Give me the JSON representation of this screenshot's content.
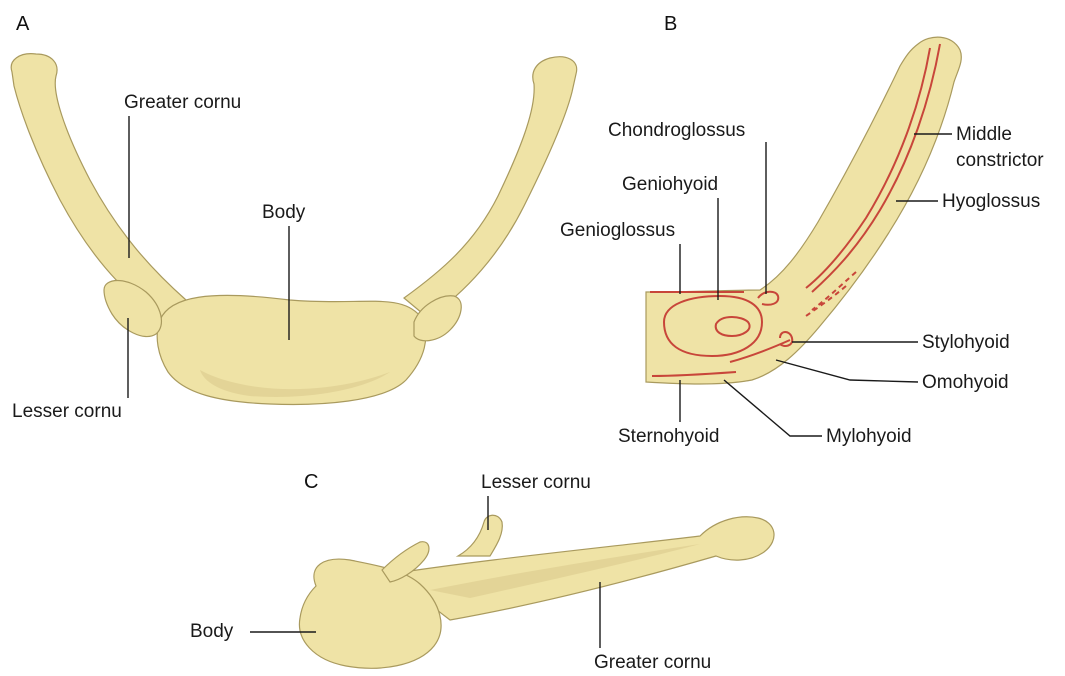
{
  "panels": {
    "a": {
      "letter": "A",
      "greater_cornu": "Greater cornu",
      "body": "Body",
      "lesser_cornu": "Lesser cornu"
    },
    "b": {
      "letter": "B",
      "chondroglossus": "Chondroglossus",
      "geniohyoid": "Geniohyoid",
      "genioglossus": "Genioglossus",
      "middle_constrictor_line1": "Middle",
      "middle_constrictor_line2": "constrictor",
      "hyoglossus": "Hyoglossus",
      "stylohyoid": "Stylohyoid",
      "omohyoid": "Omohyoid",
      "sternohyoid": "Sternohyoid",
      "mylohyoid": "Mylohyoid"
    },
    "c": {
      "letter": "C",
      "lesser_cornu": "Lesser cornu",
      "body": "Body",
      "greater_cornu": "Greater cornu"
    }
  },
  "colors": {
    "bone": "#efe3a6",
    "muscle_outline": "#c8463a",
    "label": "#1a1a1a"
  }
}
